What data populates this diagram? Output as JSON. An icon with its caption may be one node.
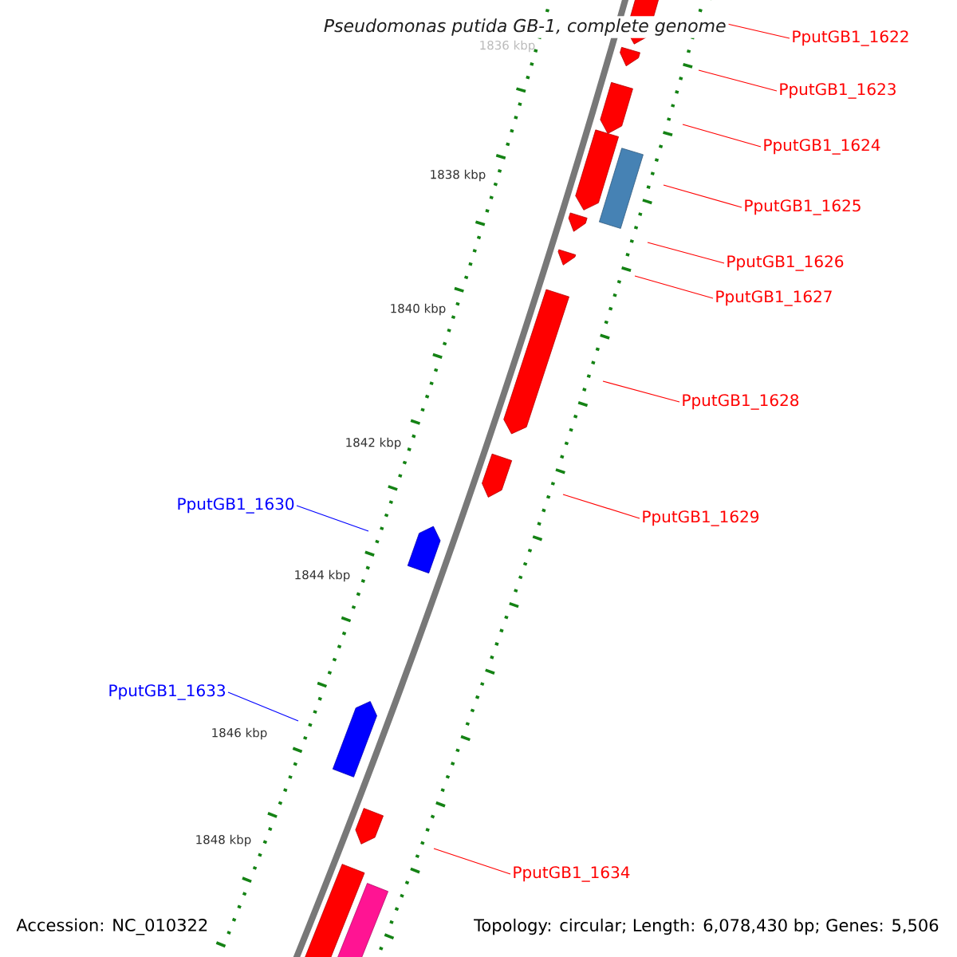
{
  "diagram": {
    "title": "Pseudomonas putida GB-1, complete genome",
    "nodes": [
      {
        "text": [
          "PputGB1_1622"
        ]
      },
      {
        "text": [
          "PputGB1_1623"
        ]
      },
      {
        "text": [
          "PputGB1_1624"
        ]
      },
      {
        "text": [
          "PputGB1_1625"
        ]
      },
      {
        "text": [
          "PputGB1_1626"
        ]
      },
      {
        "text": [
          "PputGB1_1627"
        ]
      },
      {
        "text": [
          "PputGB1_1628"
        ]
      },
      {
        "text": [
          "PputGB1_1629"
        ]
      },
      {
        "text": [
          "PputGB1_1630"
        ]
      },
      {
        "text": [
          "PputGB1_1633"
        ]
      },
      {
        "text": [
          "PputGB1_1634"
        ]
      }
    ],
    "edges": [
      {
        "from": 0,
        "to": null,
        "arrow": "none"
      },
      {
        "from": 1,
        "to": null,
        "arrow": "none"
      },
      {
        "from": 2,
        "to": null,
        "arrow": "none"
      },
      {
        "from": 3,
        "to": null,
        "arrow": "none"
      },
      {
        "from": 4,
        "to": null,
        "arrow": "none"
      },
      {
        "from": 5,
        "to": null,
        "arrow": "none"
      },
      {
        "from": 6,
        "to": null,
        "arrow": "none"
      },
      {
        "from": 7,
        "to": null,
        "arrow": "none"
      },
      {
        "from": 8,
        "to": null,
        "arrow": "none",
        "color": "#0000ff"
      },
      {
        "from": 9,
        "to": null,
        "arrow": "none",
        "color": "#0000ff"
      },
      {
        "from": 10,
        "to": null,
        "arrow": "none"
      }
    ],
    "labels": [
      "1836 kbp",
      "1838 kbp",
      "1840 kbp",
      "1842 kbp",
      "1844 kbp",
      "1846 kbp",
      "1848 kbp",
      "Accession: NC_010322",
      "Topology: circular; Length: 6,078,430 bp; Genes: 5,506"
    ]
  }
}
